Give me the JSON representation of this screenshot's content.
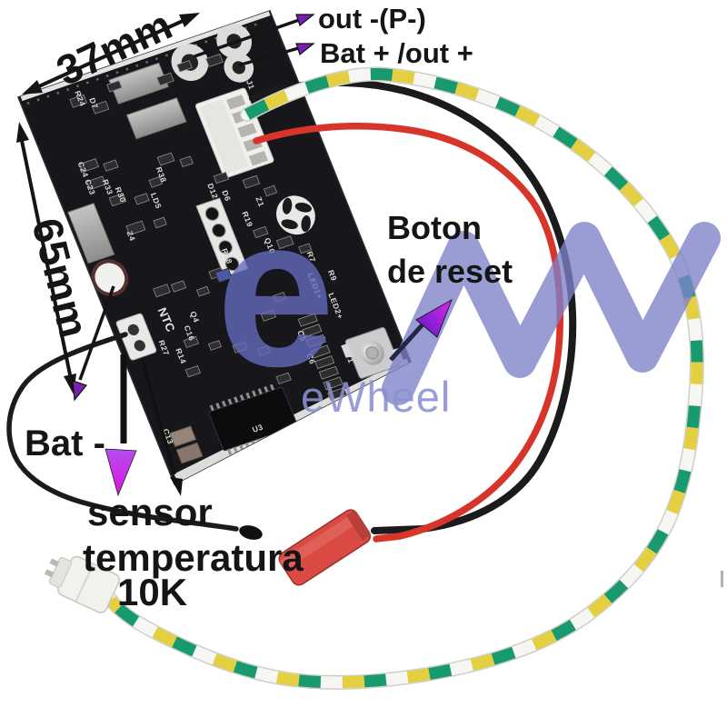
{
  "annotations": {
    "pad_out_neg": "out -(P-)",
    "pad_bat_pos": "Bat + /out +",
    "dim_width": "37mm",
    "dim_height": "65mm",
    "reset_line1": "Boton",
    "reset_line2": "de reset",
    "bat_neg": "Bat -",
    "sensor_line1": "sensor",
    "sensor_line2": "temperatura",
    "sensor_line3": "10K"
  },
  "watermark": {
    "glyph_e": "e",
    "brand": "eWheel"
  },
  "board": {
    "silkscreen_ntc": "NTC",
    "component_labels": [
      "R24",
      "D7",
      "C24",
      "C23",
      "R33",
      "R30",
      "LD5",
      "Z4",
      "D12",
      "D6",
      "R18",
      "R19",
      "Z1",
      "Q10",
      "R38",
      "R7",
      "LED1+",
      "R9",
      "LED2+",
      "SW1",
      "U3",
      "C13",
      "R14",
      "R27",
      "C16",
      "Q4",
      "C5",
      "C6",
      "J1"
    ]
  },
  "colors": {
    "pcb": "#17171b",
    "silkscreen": "#e4e3e1",
    "wire_green": "#18996e",
    "wire_yellow": "#e3cf3f",
    "wire_white": "#f6f6f3",
    "wire_red": "#d8352a",
    "wire_black": "#1b1b1d",
    "jst_red": "#d94a44",
    "watermark_purple": "#7d82c8",
    "brand_purple": "#8b90d2",
    "arrow_magenta": "#d81fe8",
    "arrow_violet": "#7b1fb0"
  }
}
